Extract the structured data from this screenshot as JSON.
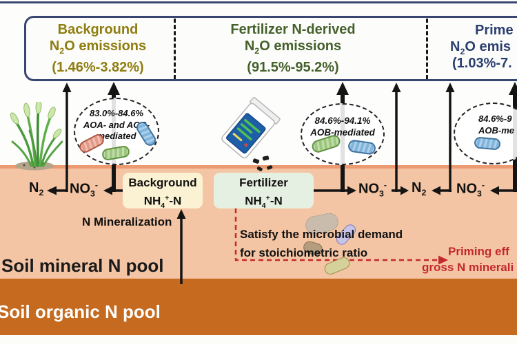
{
  "banner": {
    "sections": [
      {
        "id": "background",
        "lines": [
          "Background",
          "N~2~O emissions",
          "(1.46%-3.82%)"
        ],
        "color": "#8E7D10"
      },
      {
        "id": "fertilizer",
        "lines": [
          "Fertilizer N-derived",
          "N~2~O emissions",
          "(91.5%-95.2%)"
        ],
        "color": "#44602B"
      },
      {
        "id": "primed",
        "lines": [
          "Prime",
          "N~2~O emis",
          "(1.03%-7."
        ],
        "color": "#2B3F6E"
      }
    ]
  },
  "ovals": [
    {
      "lines": [
        "83.0%-84.6%",
        "AOA- and AOB-",
        "mediated"
      ]
    },
    {
      "lines": [
        "84.6%-94.1%",
        "AOB-mediated"
      ]
    },
    {
      "lines": [
        "84.6%-9",
        "AOB-me"
      ]
    }
  ],
  "chain": {
    "n2": "N~2~",
    "no3": "NO~3~^-^"
  },
  "boxes": {
    "background_nh4": {
      "lines": [
        "Background",
        "NH~4~^+^-N"
      ],
      "fill": "#FBF2D4"
    },
    "fertilizer_nh4": {
      "lines": [
        "Fertilizer",
        "NH~4~^+^-N"
      ],
      "fill": "#E6F0E2"
    }
  },
  "annotations": {
    "n_mineralization": "N Mineralization",
    "satisfy": [
      "Satisfy the microbial demand",
      "for stoichiometric ratio"
    ],
    "priming": [
      "Priming eff",
      "gross N minerali"
    ],
    "priming_color": "#C3282A"
  },
  "soil": {
    "mineral_label": "Soil mineral N pool",
    "organic_label": "Soil organic N pool",
    "mineral_color": "#F4C5A4",
    "organic_color": "#C56A1E"
  },
  "icons": {
    "plant": "plant-icon",
    "fertilizer_bag": "fertilizer-bag-icon",
    "bacteria_left": [
      "salmon-bacterium-icon",
      "green-bacterium-icon",
      "blue-bacterium-icon"
    ],
    "bacteria_middle": [
      "green-bacterium-icon",
      "blue-bacterium-icon"
    ],
    "bacteria_right": [
      "blue-bacterium-icon"
    ],
    "microbes": [
      "gray-spiky-microbe-icon",
      "purple-capsule-microbe-icon",
      "brown-blob-microbe-icon",
      "olive-capsule-microbe-icon"
    ]
  }
}
